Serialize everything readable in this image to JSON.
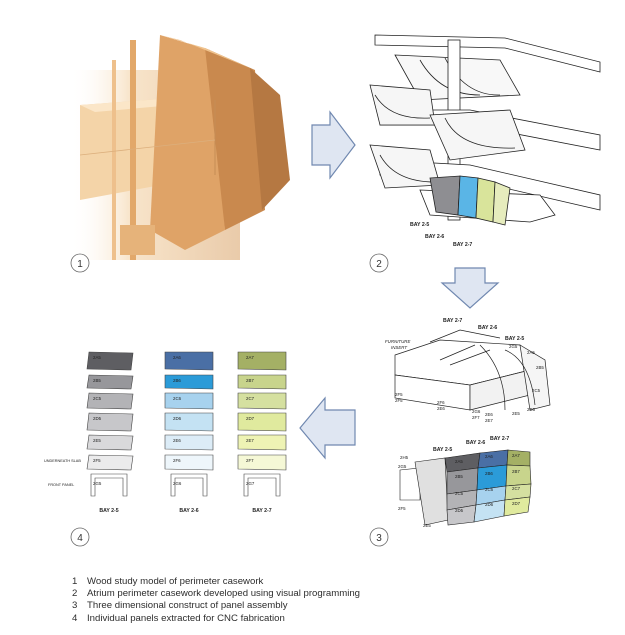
{
  "steps": [
    "1",
    "2",
    "3",
    "4"
  ],
  "model2": {
    "bay_labels": [
      "BAY 2-5",
      "BAY 2-6",
      "BAY 2-7"
    ]
  },
  "model3": {
    "top": {
      "bay_labels": [
        "BAY 2-7",
        "BAY 2-6",
        "BAY 2-5"
      ],
      "furniture_insert": [
        "FURNITURE",
        "INSERT"
      ],
      "codes": [
        "2G5",
        "2A5",
        "2B5",
        "2C5",
        "2D5",
        "2E5",
        "2F5",
        "2F5",
        "2F6",
        "2E6",
        "2G6",
        "2F7",
        "2E6",
        "2E7"
      ]
    },
    "bottom": {
      "bay_labels": [
        "BAY 2-5",
        "BAY 2-6",
        "BAY 2-7"
      ],
      "left_codes": [
        "2H5",
        "2G5",
        "2F5",
        "2E5"
      ],
      "panel_codes": [
        "2A5",
        "2B5",
        "2C5",
        "2D5",
        "2A6",
        "2B6",
        "2C6",
        "2D6",
        "2A7",
        "2B7",
        "2C7",
        "2D7"
      ]
    }
  },
  "panels": {
    "side_labels": [
      "UNDERNEATH SLAB",
      "FRONT PANEL"
    ],
    "columns": [
      {
        "bay": "BAY 2-5",
        "codes": [
          "2A5",
          "2B5",
          "2C5",
          "2D5",
          "2E5",
          "2F5",
          "2G5"
        ]
      },
      {
        "bay": "BAY 2-6",
        "codes": [
          "2A6",
          "2B6",
          "2C6",
          "2D6",
          "2E6",
          "2F6",
          "2G6"
        ]
      },
      {
        "bay": "BAY 2-7",
        "codes": [
          "2A7",
          "2B7",
          "2C7",
          "2D7",
          "2E7",
          "2F7",
          "2G7"
        ]
      }
    ]
  },
  "colors": {
    "bay5": [
      "#5e5e62",
      "#97979b",
      "#b3b3b6",
      "#c7c7ca",
      "#d9d9db",
      "#ebebec",
      "#ffffff"
    ],
    "bay6": [
      "#4a6fa5",
      "#2b9bd8",
      "#a7d2ee",
      "#c4e2f3",
      "#dcecf7",
      "#eef6fb",
      "#ffffff"
    ],
    "bay7": [
      "#a4b065",
      "#c8d48c",
      "#d5e0a0",
      "#e0ea9e",
      "#eef3b4",
      "#f5f8d6",
      "#ffffff"
    ],
    "wood": "#e8b97e",
    "arrow": "#dfe6f2"
  },
  "caption": [
    {
      "num": "1",
      "text": "Wood study model of perimeter casework"
    },
    {
      "num": "2",
      "text": "Atrium perimeter casework developed using visual programming"
    },
    {
      "num": "3",
      "text": "Three dimensional construct of panel assembly"
    },
    {
      "num": "4",
      "text": "Individual panels extracted for CNC fabrication"
    }
  ]
}
